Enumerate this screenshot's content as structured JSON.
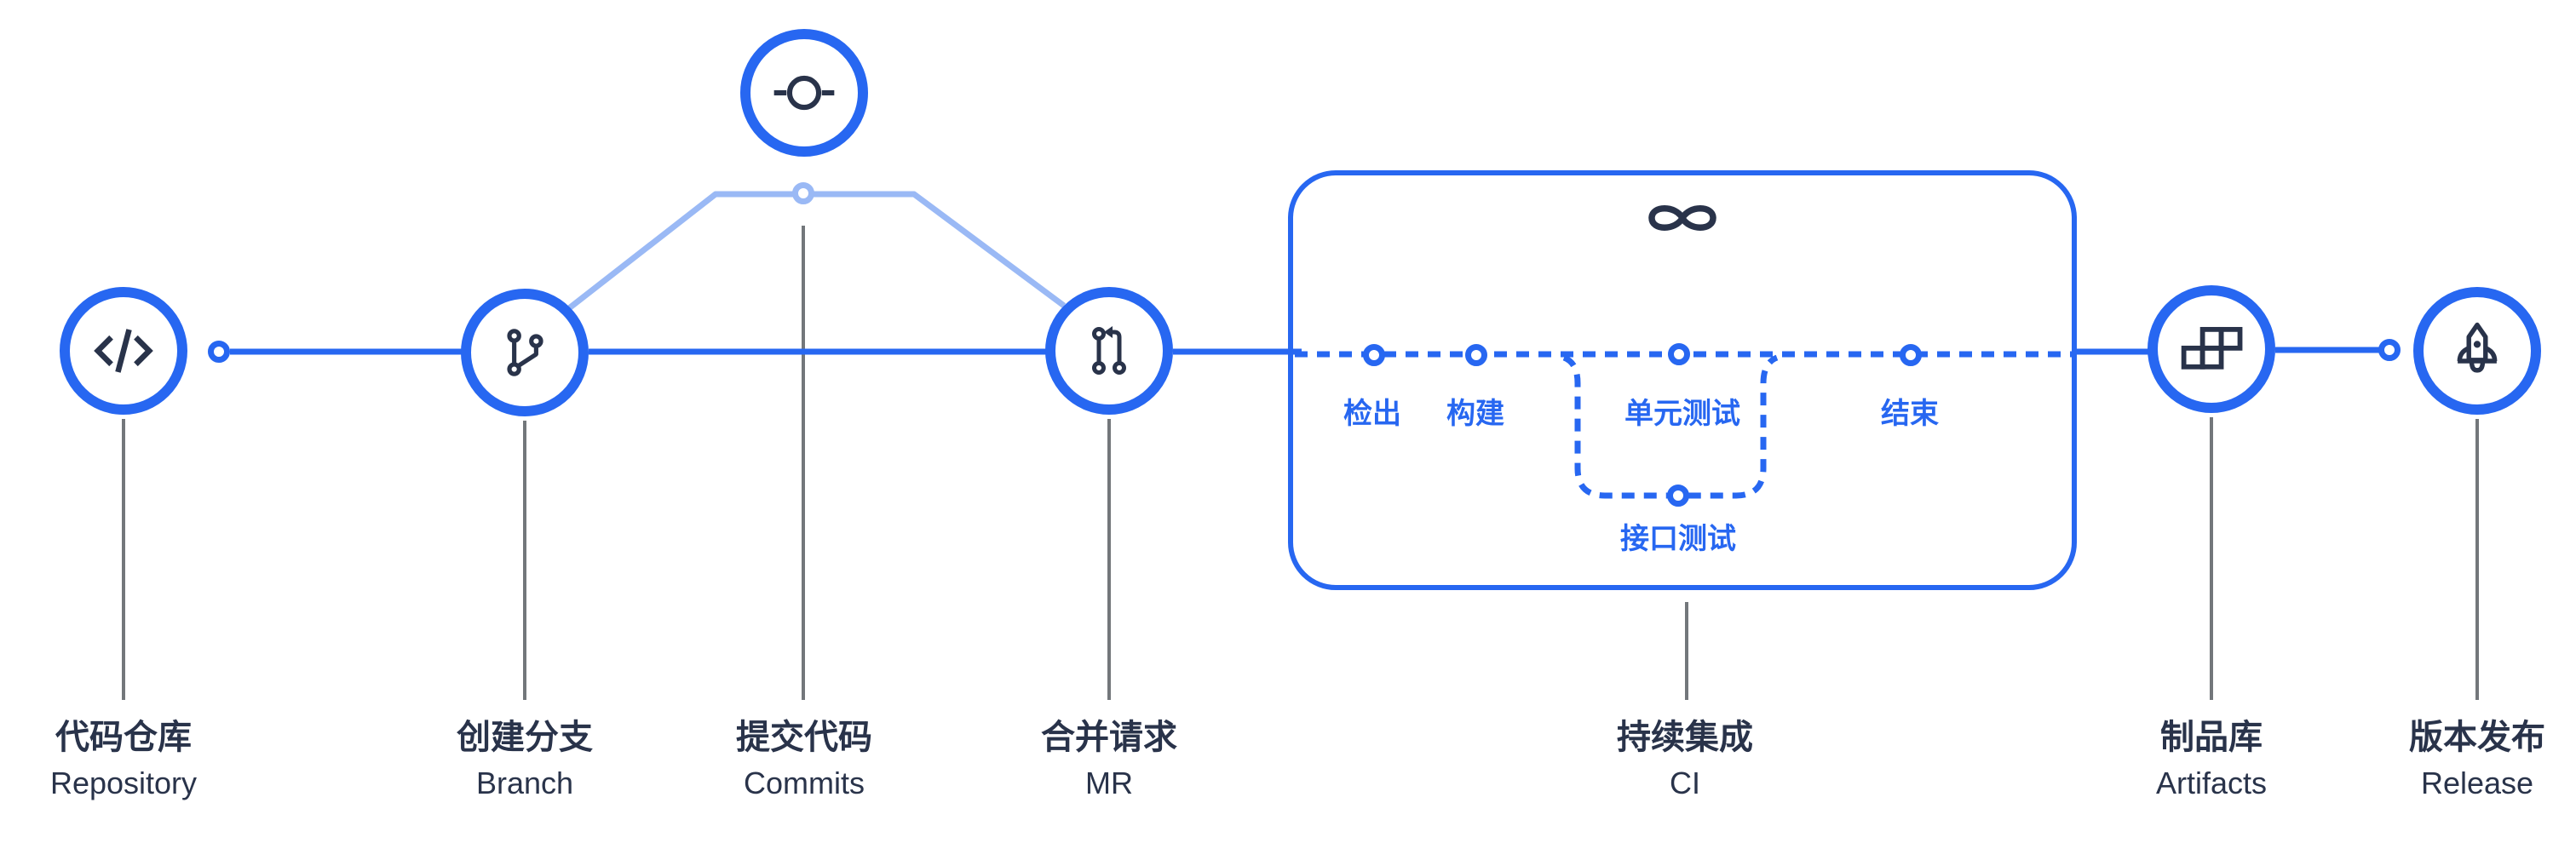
{
  "diagram": {
    "nodes": [
      {
        "id": "repository",
        "zh": "代码仓库",
        "en": "Repository",
        "icon": "code-icon"
      },
      {
        "id": "branch",
        "zh": "创建分支",
        "en": "Branch",
        "icon": "git-branch-icon"
      },
      {
        "id": "commits",
        "zh": "提交代码",
        "en": "Commits",
        "icon": "git-commit-icon"
      },
      {
        "id": "mr",
        "zh": "合并请求",
        "en": "MR",
        "icon": "merge-request-icon"
      },
      {
        "id": "ci",
        "zh": "持续集成",
        "en": "CI",
        "icon": "infinity-icon"
      },
      {
        "id": "artifacts",
        "zh": "制品库",
        "en": "Artifacts",
        "icon": "blocks-icon"
      },
      {
        "id": "release",
        "zh": "版本发布",
        "en": "Release",
        "icon": "rocket-icon"
      }
    ],
    "ci_stages": [
      {
        "id": "checkout",
        "label": "检出"
      },
      {
        "id": "build",
        "label": "构建"
      },
      {
        "id": "unit-test",
        "label": "单元测试"
      },
      {
        "id": "interface-test",
        "label": "接口测试"
      },
      {
        "id": "end",
        "label": "结束"
      }
    ],
    "colors": {
      "accent_blue": "#2767f1",
      "light_branch_blue": "#9ab9f5",
      "dark_navy": "#29334a",
      "gray_line": "#73777b"
    }
  }
}
